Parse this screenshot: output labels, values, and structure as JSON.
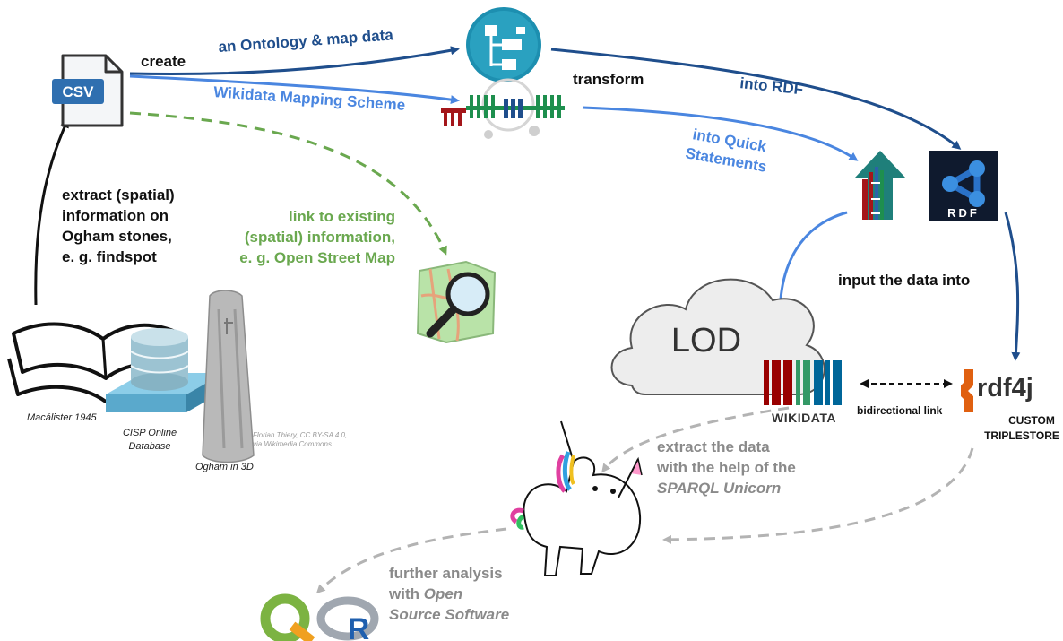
{
  "colors": {
    "dark_blue": "#1f4e8c",
    "mid_blue": "#4a86e0",
    "green": "#6aa84f",
    "gray": "#b3b3b3",
    "black": "#111111",
    "text_gray": "#8a8a8a"
  },
  "nodes": {
    "csv": {
      "icon": "csv-file-icon",
      "text": "CSV"
    },
    "ontology": {
      "icon": "ontology-icon"
    },
    "mapping": {
      "icon": "mapping-scheme-icon"
    },
    "quickstatements": {
      "icon": "quickstatements-icon"
    },
    "rdf": {
      "icon": "rdf-icon",
      "text": "RDF"
    },
    "osm": {
      "icon": "openstreetmap-icon"
    },
    "lod": {
      "icon": "cloud-icon",
      "text": "LOD"
    },
    "wikidata": {
      "icon": "wikidata-icon",
      "text": "WIKIDATA"
    },
    "rdf4j": {
      "icon": "rdf4j-icon",
      "text": "rdf4j",
      "caption_line1": "CUSTOM",
      "caption_line2": "TRIPLESTORE"
    },
    "unicorn": {
      "icon": "unicorn-icon"
    },
    "book": {
      "icon": "book-icon",
      "caption": "Macálister 1945"
    },
    "database": {
      "icon": "database-icon",
      "caption_line1": "CISP Online",
      "caption_line2": "Database"
    },
    "stone": {
      "icon": "ogham-stone-icon",
      "caption": "Ogham in 3D",
      "credit_line1": "Florian Thiery, CC BY-SA 4.0,",
      "credit_line2": "via Wikimedia Commons"
    },
    "qgis": {
      "icon": "qgis-icon"
    },
    "r": {
      "icon": "r-logo-icon",
      "text": "R"
    }
  },
  "labels": {
    "create": "create",
    "ontology_map": "an Ontology & map data",
    "wikidata_mapping": "Wikidata Mapping Scheme",
    "transform": "transform",
    "into_rdf": "into RDF",
    "into_quick_1": "into Quick",
    "into_quick_2": "Statements",
    "extract_1": "extract (spatial)",
    "extract_2": "information on",
    "extract_3": "Ogham stones,",
    "extract_4": "e. g. findspot",
    "link_1": "link to existing",
    "link_2": "(spatial) information,",
    "link_3": "e. g. Open Street Map",
    "input_data": "input the data into",
    "bidirectional": "bidirectional link",
    "extract_sparql_1": "extract the data",
    "extract_sparql_2": "with the help of the",
    "extract_sparql_3": "SPARQL Unicorn",
    "further_1": "further analysis",
    "further_2_pre": "with ",
    "further_2_em": "Open",
    "further_3_em": "Source Software"
  }
}
